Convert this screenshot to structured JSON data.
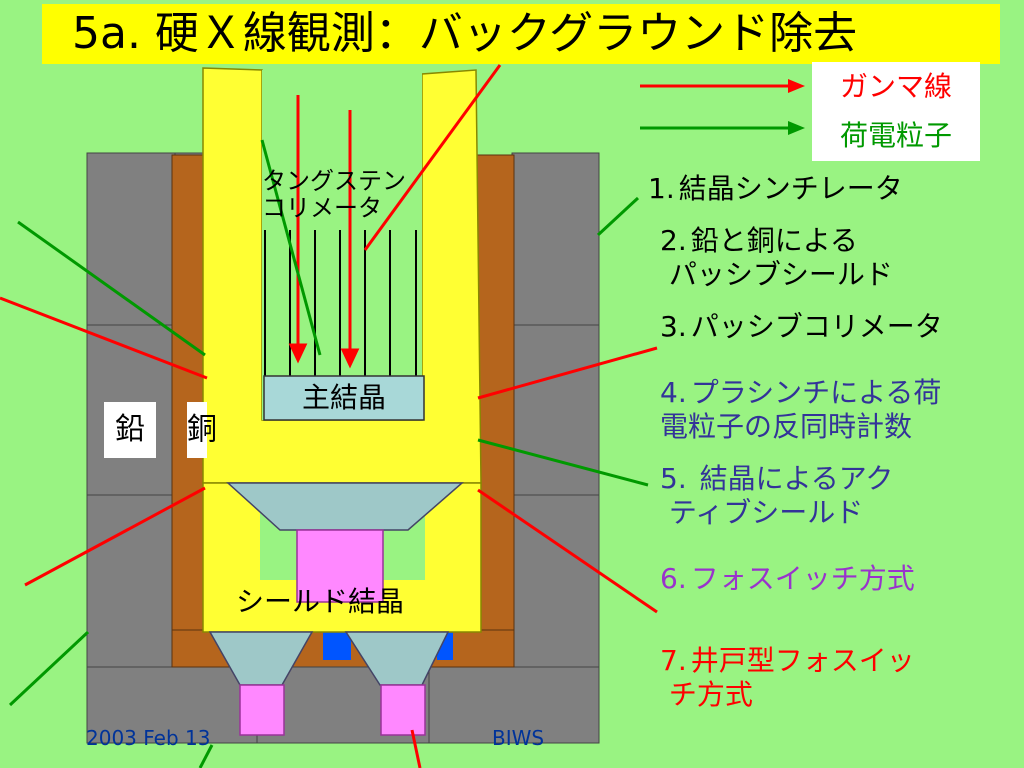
{
  "title": "5a. 硬Ｘ線観測：バックグラウンド除去",
  "legend": {
    "gamma": {
      "label": "ガンマ線",
      "color": "#ff0000"
    },
    "charged": {
      "label": "荷電粒子",
      "color": "#009900"
    }
  },
  "labels": {
    "collimator_line1": "タングステン",
    "collimator_line2": "コリメータ",
    "main_crystal": "主結晶",
    "shield_crystal": "シールド結晶",
    "lead": "鉛",
    "copper": "銅"
  },
  "items": [
    {
      "num": "1.",
      "text": "結晶シンチレータ",
      "color": "#000000"
    },
    {
      "num": "2.",
      "text": "鉛と銅による\n パッシブシールド",
      "color": "#000000"
    },
    {
      "num": "3.",
      "text": "パッシブコリメータ",
      "color": "#000000"
    },
    {
      "num": "4.",
      "text": "プラシンチによる荷\n電粒子の反同時計数",
      "color": "#333399"
    },
    {
      "num": "5.",
      "text": " 結晶によるアク\n ティブシールド",
      "color": "#333399"
    },
    {
      "num": "6.",
      "text": "フォスイッチ方式",
      "color": "#9933cc"
    },
    {
      "num": "7.",
      "text": "井戸型フォスイッ\n チ方式",
      "color": "#ff0000"
    }
  ],
  "footer": {
    "left": "2003 Feb 13",
    "right": "BIWS"
  },
  "colors": {
    "background": "#99f382",
    "title_bar": "#ffff00",
    "lead": "#808080",
    "copper": "#b5651d",
    "bgo": "#ffff33",
    "crystal": "#a8d8d8",
    "pmt": "#ff88ff",
    "blue": "#0055ff"
  }
}
